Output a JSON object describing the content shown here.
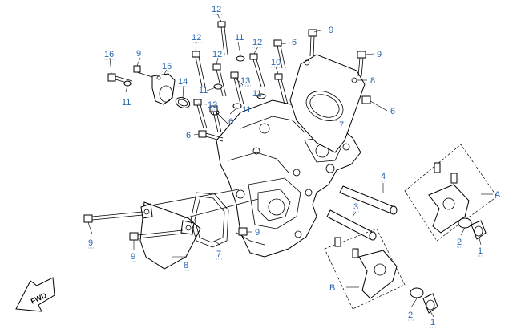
{
  "callouts": {
    "c12a": "12",
    "c11a": "11",
    "c9a": "9",
    "c12b": "12",
    "c12c": "12",
    "c6a": "6",
    "c9b": "9",
    "c16": "16",
    "c9c": "9",
    "c15": "15",
    "c12d": "12",
    "c10": "10",
    "c8a": "8",
    "c14": "14",
    "c11b": "11",
    "c13a": "13",
    "c11c": "11",
    "c11d": "11",
    "c13b": "13",
    "c11e": "11",
    "c6b": "6",
    "c6c": "6",
    "c7a": "7",
    "c6d": "6",
    "c4": "4",
    "cA": "A",
    "c3": "3",
    "c2a": "2",
    "c1a": "1",
    "c9d": "9",
    "c9e": "9",
    "c9f": "9",
    "c8b": "8",
    "c7b": "7",
    "cB": "B",
    "c2b": "2",
    "c1b": "1"
  },
  "fwd_badge": "FWD",
  "colors": {
    "callout": "#2a67b1",
    "line": "#000000",
    "background": "#ffffff"
  }
}
